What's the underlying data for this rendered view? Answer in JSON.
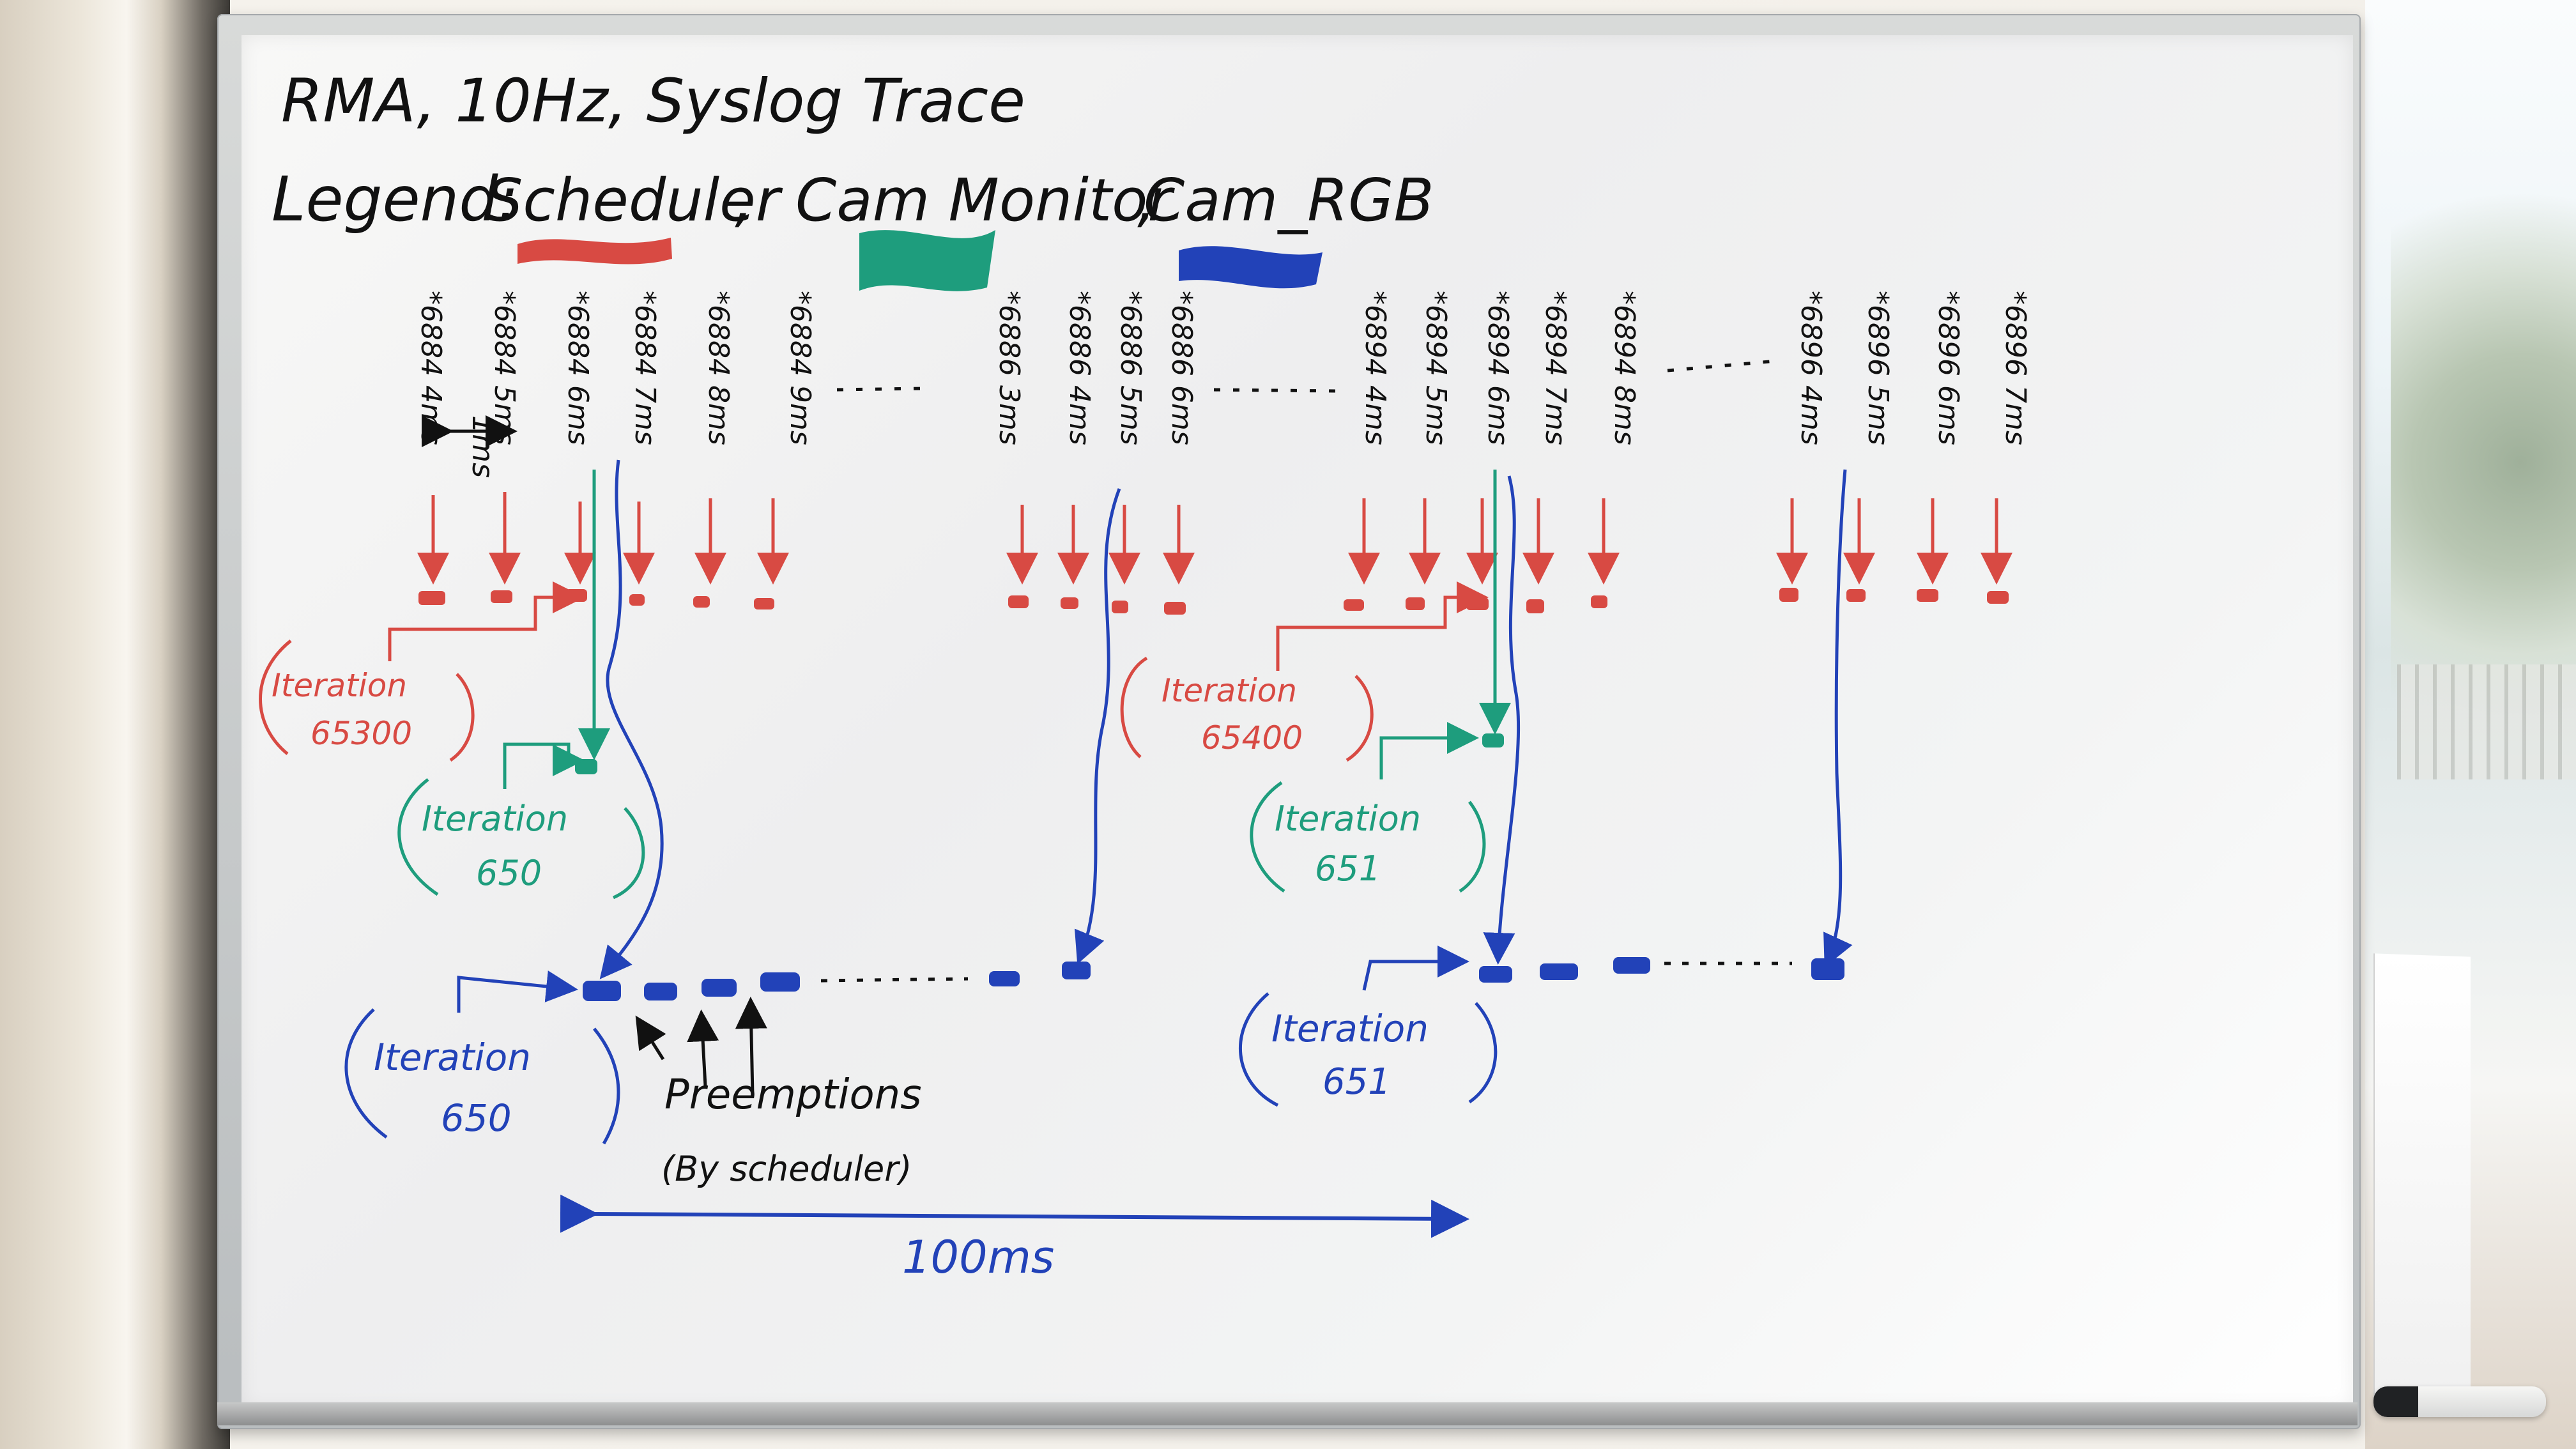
{
  "title": "RMA, 10Hz, Syslog Trace",
  "legend": {
    "label": "Legend:",
    "items": [
      {
        "text": "Scheduler",
        "color": "#d84a43"
      },
      {
        "text": "Cam Monitor",
        "color": "#1e9d7d"
      },
      {
        "text": "Cam_RGB",
        "color": "#2242b8"
      }
    ]
  },
  "timestamps": [
    "*6884 4ms",
    "*6884 5ms",
    "*6884 6ms",
    "*6884 7ms",
    "*6884 8ms",
    "*6884 9ms",
    "*6886 3ms",
    "*6886 4ms",
    "*6886 5ms",
    "*6886 6ms",
    "*6894 4ms",
    "*6894 5ms",
    "*6894 6ms",
    "*6894 7ms",
    "*6894 8ms",
    "*6896 4ms",
    "*6896 5ms",
    "*6896 6ms",
    "*6896 7ms"
  ],
  "measurement": "1ms",
  "iterations": {
    "scheduler": [
      {
        "label": "Iteration",
        "number": "65300"
      },
      {
        "label": "Iteration",
        "number": "65400"
      }
    ],
    "cam_monitor": [
      {
        "label": "Iteration",
        "number": "650"
      },
      {
        "label": "Iteration",
        "number": "651"
      }
    ],
    "cam_rgb": [
      {
        "label": "Iteration",
        "number": "650"
      },
      {
        "label": "Iteration",
        "number": "651"
      }
    ]
  },
  "preemptions": {
    "title": "Preemptions",
    "subtitle": "(By scheduler)"
  },
  "interval": "100ms"
}
